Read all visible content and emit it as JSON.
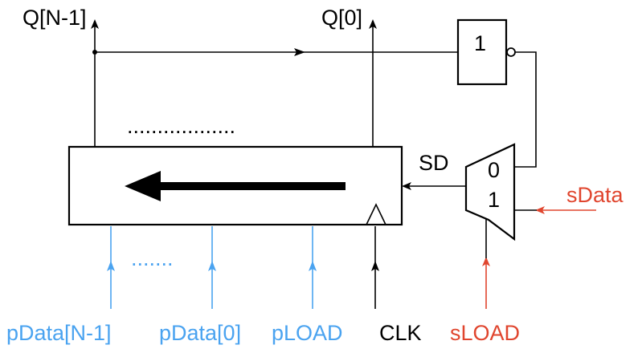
{
  "labels": {
    "q_msb": "Q[N-1]",
    "q_lsb": "Q[0]",
    "inverter_value": "1",
    "sd": "SD",
    "mux_in0": "0",
    "mux_in1": "1",
    "sdata": "sData",
    "pdata_msb": "pData[N-1]",
    "pdata_lsb": "pData[0]",
    "pload": "pLOAD",
    "clk": "CLK",
    "sload": "sLOAD",
    "top_ellipsis": "..................",
    "bottom_ellipsis": "......."
  },
  "colors": {
    "black": "#000000",
    "blue": "#4aa3f0",
    "red": "#e0452e"
  }
}
